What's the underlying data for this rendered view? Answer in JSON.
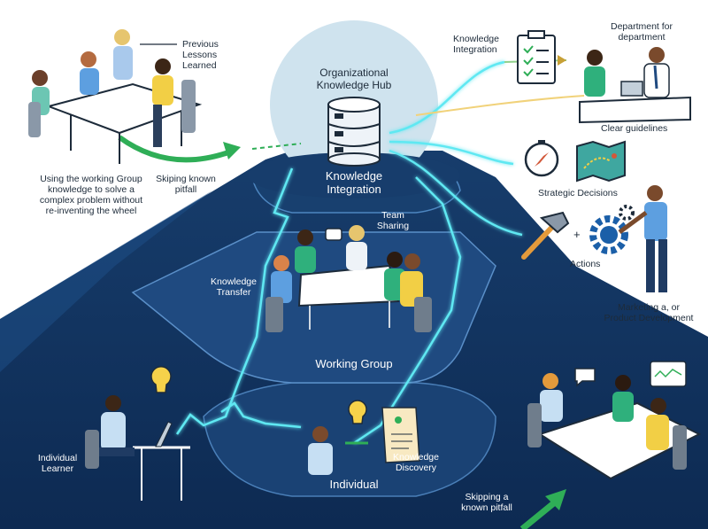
{
  "colors": {
    "navy_dark": "#0f2d57",
    "navy": "#1b4577",
    "navy_light": "#2a5a8f",
    "glow": "#5fe8f2",
    "green_arrow": "#2fae57",
    "hub_circle": "#cfe3ee"
  },
  "hub": {
    "title_line1": "Organizational",
    "title_line2": "Knowledge Hub",
    "tier_line1": "Knowledge",
    "tier_line2": "Integration"
  },
  "top_left": {
    "previous_line1": "Previous",
    "previous_line2": "Lessons",
    "previous_line3": "Learned",
    "desc_line1": "Using the working Group",
    "desc_line2": "knowledge to solve a",
    "desc_line3": "complex problem without",
    "desc_line4": "re-inventing the wheel",
    "skip_line1": "Skiping known",
    "skip_line2": "pitfall"
  },
  "top_right": {
    "integration_line1": "Knowledge",
    "integration_line2": "Integration",
    "dept_line1": "Department for",
    "dept_line2": "department",
    "clear_guidelines": "Clear guidelines",
    "strategic_decisions": "Strategic Decisions",
    "plus": "+",
    "actions": "Actions",
    "marketing_line1": "Marketing a, or",
    "marketing_line2": "Product Development"
  },
  "middle": {
    "team_line1": "Team",
    "team_line2": "Sharing",
    "transfer_line1": "Knowledge",
    "transfer_line2": "Transfer",
    "working_group": "Working Group"
  },
  "bottom": {
    "learner_line1": "Individual",
    "learner_line2": "Learner",
    "discovery_line1": "Knowledge",
    "discovery_line2": "Discovery",
    "individual": "Individual",
    "skip_line1": "Skipping a",
    "skip_line2": "known pitfall"
  }
}
